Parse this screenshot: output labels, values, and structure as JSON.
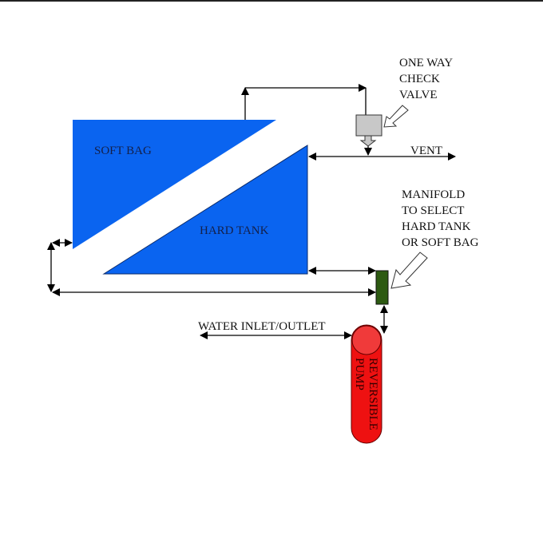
{
  "labels": {
    "soft_bag": "SOFT BAG",
    "hard_tank": "HARD TANK",
    "valve": [
      "ONE WAY",
      "CHECK",
      "VALVE"
    ],
    "vent": "VENT",
    "manifold": [
      "MANIFOLD",
      "TO SELECT",
      "HARD TANK",
      "OR SOFT BAG"
    ],
    "water": "WATER INLET/OUTLET",
    "pump": [
      "REVERSIBLE",
      "PUMP"
    ]
  },
  "colors": {
    "tank_blue": "#0a64f0",
    "manifold_green": "#2d5a12",
    "pump_red": "#ee1111",
    "pump_top": "#f03a3a",
    "valve_gray": "#c8c8c8"
  }
}
